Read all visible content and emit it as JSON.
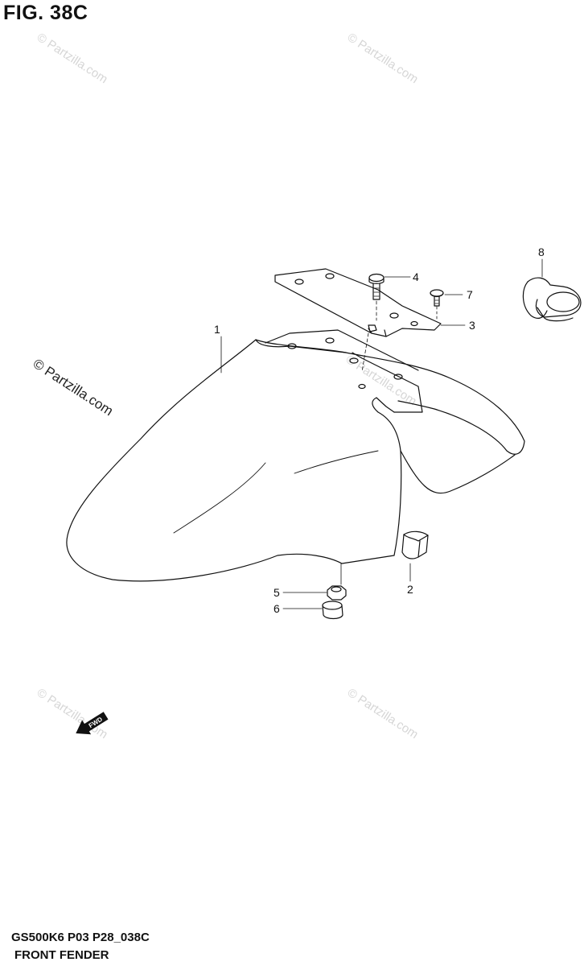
{
  "figure_title": "FIG. 38C",
  "watermark_text": "© Partzilla.com",
  "callouts": [
    "1",
    "2",
    "3",
    "4",
    "5",
    "6",
    "7",
    "8"
  ],
  "direction_arrow_text": "FWD",
  "footer": {
    "model_code": "GS500K6 P03 P28_038C",
    "assembly_name": "FRONT FENDER"
  },
  "colors": {
    "line": "#111111",
    "watermark": "#d6d6d6"
  }
}
